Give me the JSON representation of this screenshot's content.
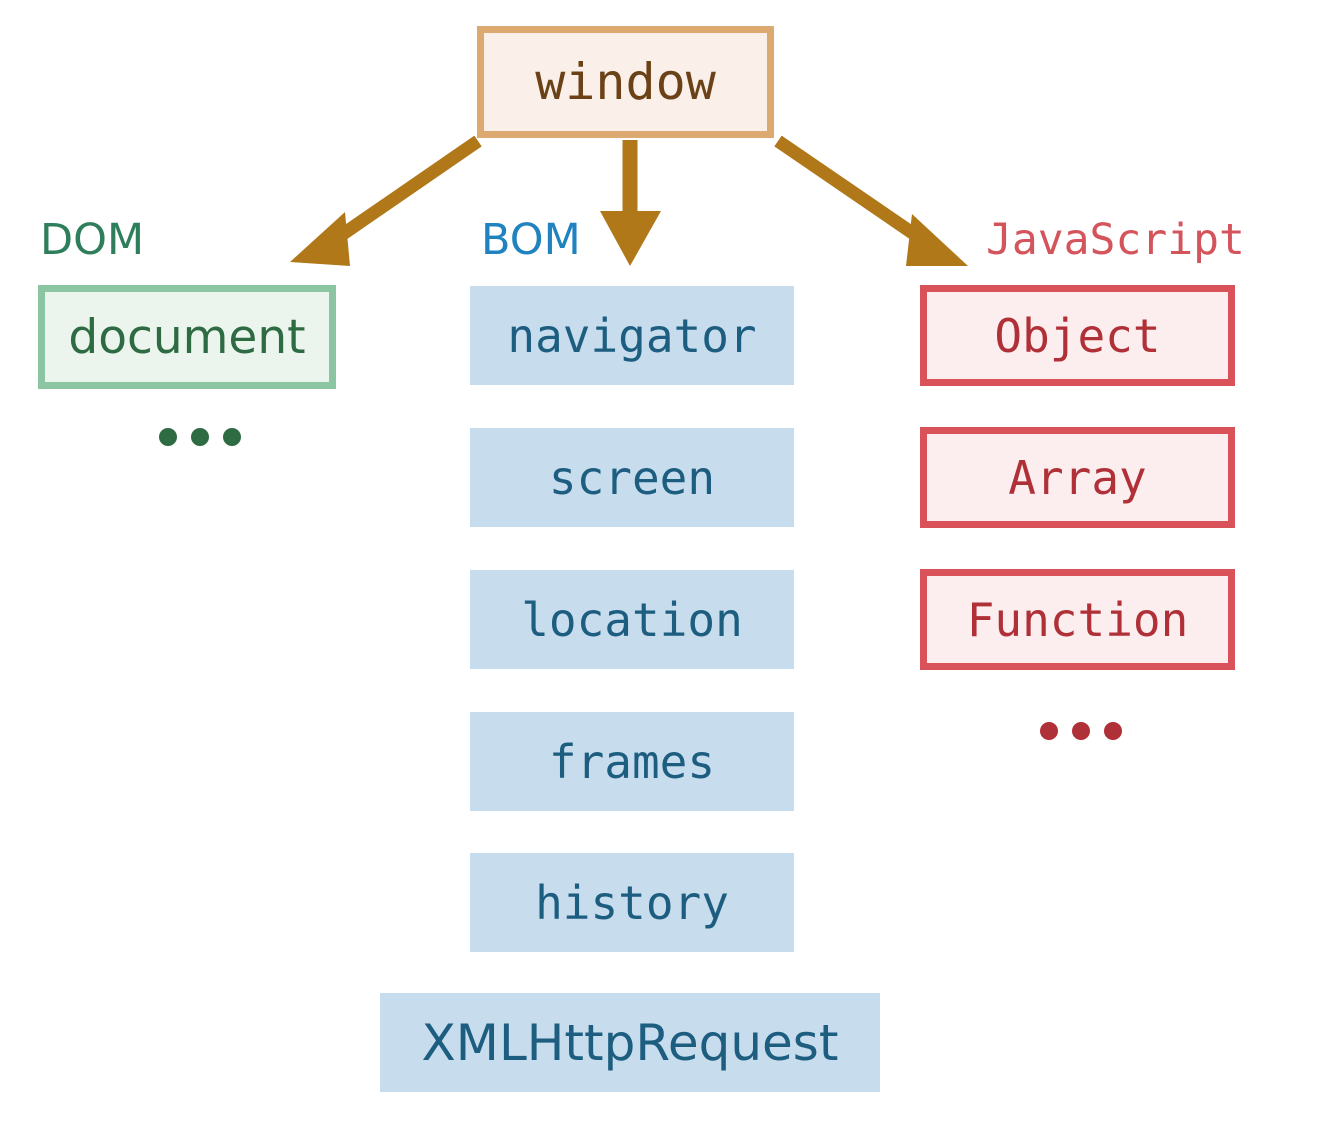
{
  "diagram": {
    "title": "window",
    "root": {
      "label": "window",
      "border_color": "#DCA970",
      "fill_color": "#FAF0E9",
      "text_color": "#6B4218"
    },
    "arrow_color": "#B07818",
    "columns": [
      {
        "id": "dom",
        "header": "DOM",
        "header_color": "#2E7D5B",
        "box_border_color": "#8CC5A2",
        "box_fill_color": "#EBF5EE",
        "box_text_color": "#2E6B43",
        "items": [
          {
            "label": "document"
          }
        ],
        "ellipsis": "..."
      },
      {
        "id": "bom",
        "header": "BOM",
        "header_color": "#2083C0",
        "box_border_color": "none",
        "box_fill_color": "#C7DCEC",
        "box_text_color": "#1C5D80",
        "items": [
          {
            "label": "navigator"
          },
          {
            "label": "screen"
          },
          {
            "label": "location"
          },
          {
            "label": "frames"
          },
          {
            "label": "history"
          },
          {
            "label": "XMLHttpRequest"
          }
        ],
        "ellipsis": ""
      },
      {
        "id": "javascript",
        "header": "JavaScript",
        "header_color": "#D4545C",
        "box_border_color": "#D9525A",
        "box_fill_color": "#FCEDEE",
        "box_text_color": "#B03037",
        "items": [
          {
            "label": "Object"
          },
          {
            "label": "Array"
          },
          {
            "label": "Function"
          }
        ],
        "ellipsis": "..."
      }
    ],
    "edges": [
      {
        "from": "window",
        "to": "DOM",
        "direction": "down-left"
      },
      {
        "from": "window",
        "to": "BOM",
        "direction": "down"
      },
      {
        "from": "window",
        "to": "JavaScript",
        "direction": "down-right"
      }
    ]
  }
}
